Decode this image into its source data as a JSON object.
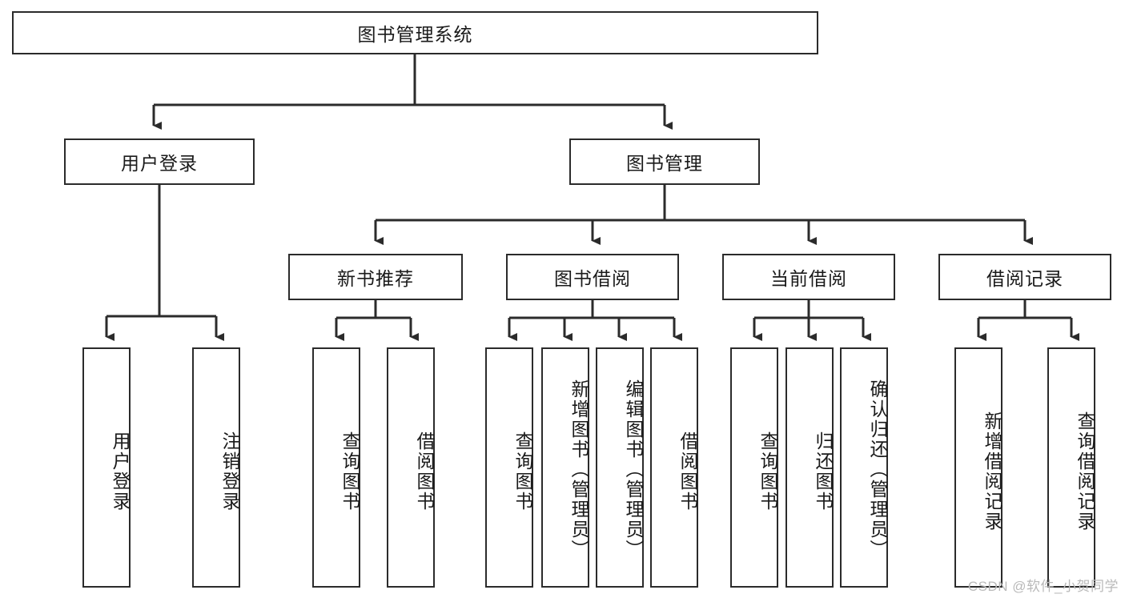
{
  "diagram": {
    "type": "tree-hierarchy",
    "title_node": {
      "label": "图书管理系统"
    },
    "level2": [
      {
        "label": "用户登录"
      },
      {
        "label": "图书管理"
      }
    ],
    "level3": [
      {
        "label": "新书推荐"
      },
      {
        "label": "图书借阅"
      },
      {
        "label": "当前借阅"
      },
      {
        "label": "借阅记录"
      }
    ],
    "leaves": [
      {
        "label": "用户登录",
        "parent": "用户登录"
      },
      {
        "label": "注销登录",
        "parent": "用户登录"
      },
      {
        "label": "查询图书",
        "parent": "新书推荐"
      },
      {
        "label": "借阅图书",
        "parent": "新书推荐"
      },
      {
        "label": "查询图书",
        "parent": "图书借阅"
      },
      {
        "label": "新增图书（管理员）",
        "parent": "图书借阅"
      },
      {
        "label": "编辑图书（管理员）",
        "parent": "图书借阅"
      },
      {
        "label": "借阅图书",
        "parent": "图书借阅"
      },
      {
        "label": "查询图书",
        "parent": "当前借阅"
      },
      {
        "label": "归还图书",
        "parent": "当前借阅"
      },
      {
        "label": "确认归还（管理员）",
        "parent": "当前借阅"
      },
      {
        "label": "新增借阅记录",
        "parent": "借阅记录"
      },
      {
        "label": "查询借阅记录",
        "parent": "借阅记录"
      }
    ]
  },
  "watermark": {
    "text": "CSDN @软件_小贺同学"
  },
  "colors": {
    "stroke": "#2b2b2b",
    "background": "#ffffff",
    "text": "#1a1a1a",
    "watermark": "#b9b9b9"
  }
}
